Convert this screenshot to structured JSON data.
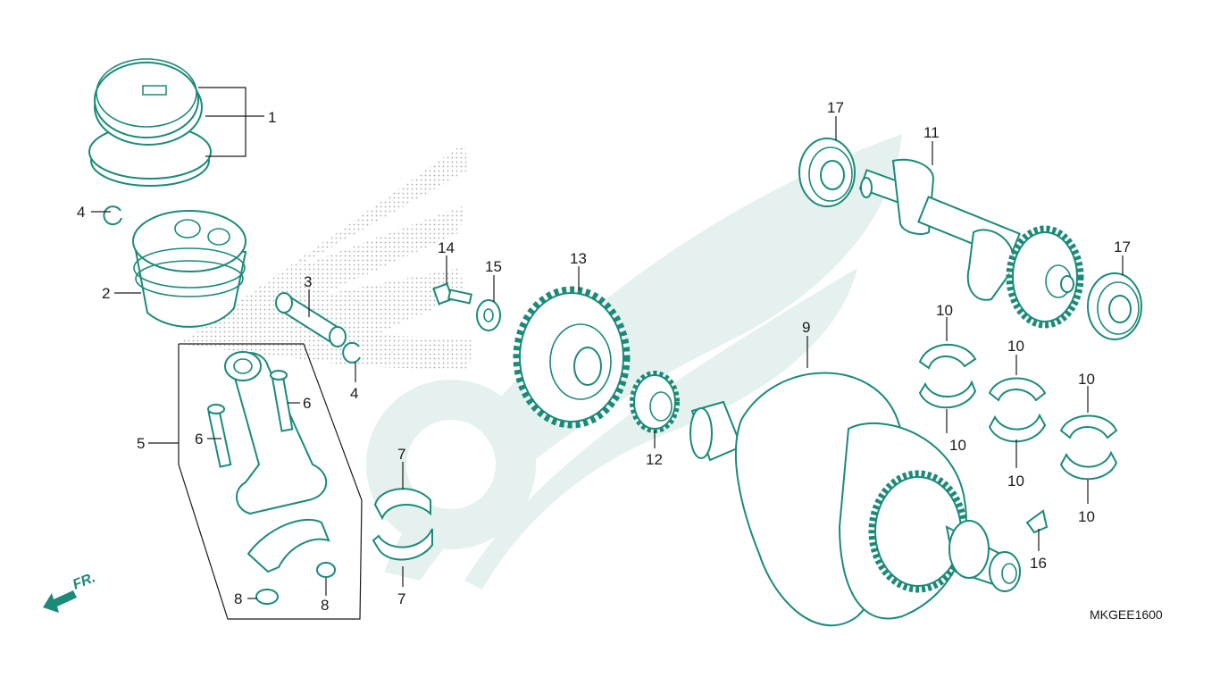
{
  "diagram": {
    "code": "MKGEE1600",
    "front_arrow_label": "FR.",
    "colors": {
      "line": "#1b8a78",
      "watermark": "#e4f1ee",
      "text": "#1a1a1a"
    },
    "callouts": [
      {
        "id": "c1",
        "text": "1"
      },
      {
        "id": "c2",
        "text": "2"
      },
      {
        "id": "c3",
        "text": "3"
      },
      {
        "id": "c4a",
        "text": "4"
      },
      {
        "id": "c4b",
        "text": "4"
      },
      {
        "id": "c5",
        "text": "5"
      },
      {
        "id": "c6a",
        "text": "6"
      },
      {
        "id": "c6b",
        "text": "6"
      },
      {
        "id": "c7a",
        "text": "7"
      },
      {
        "id": "c7b",
        "text": "7"
      },
      {
        "id": "c8a",
        "text": "8"
      },
      {
        "id": "c8b",
        "text": "8"
      },
      {
        "id": "c9",
        "text": "9"
      },
      {
        "id": "c10a",
        "text": "10"
      },
      {
        "id": "c10b",
        "text": "10"
      },
      {
        "id": "c10c",
        "text": "10"
      },
      {
        "id": "c10d",
        "text": "10"
      },
      {
        "id": "c10e",
        "text": "10"
      },
      {
        "id": "c10f",
        "text": "10"
      },
      {
        "id": "c11",
        "text": "11"
      },
      {
        "id": "c12",
        "text": "12"
      },
      {
        "id": "c13",
        "text": "13"
      },
      {
        "id": "c14",
        "text": "14"
      },
      {
        "id": "c15",
        "text": "15"
      },
      {
        "id": "c16",
        "text": "16"
      },
      {
        "id": "c17a",
        "text": "17"
      },
      {
        "id": "c17b",
        "text": "17"
      }
    ]
  }
}
